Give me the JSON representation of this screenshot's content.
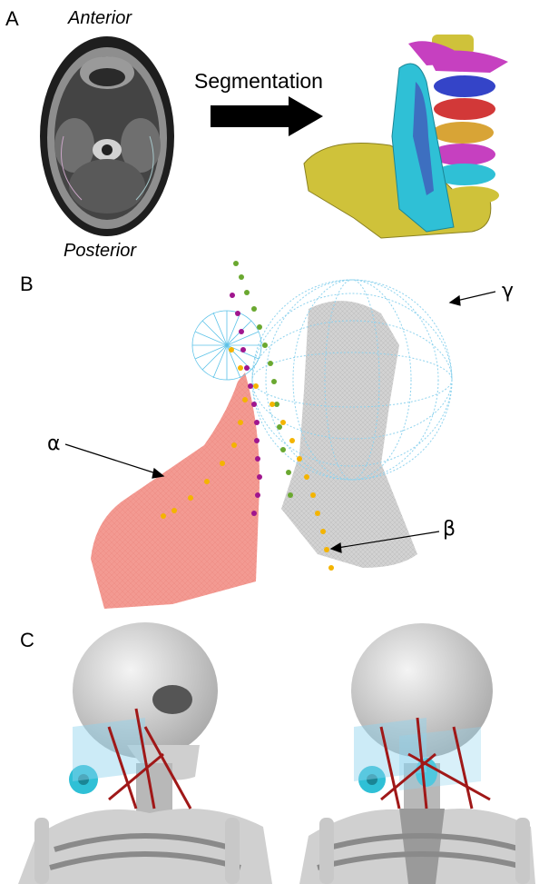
{
  "figure": {
    "panels": {
      "a": "A",
      "b": "B",
      "c": "C"
    },
    "panel_a": {
      "anterior": "Anterior",
      "posterior": "Posterior",
      "arrow_label": "Segmentation"
    },
    "panel_b": {
      "alpha": "α",
      "beta": "β",
      "gamma": "γ"
    }
  },
  "colors": {
    "mesh_red": "#f39a92",
    "mesh_gray": "#b7b7b7",
    "sphere_blue": "#8fd3ee",
    "magenta": "#a0168e",
    "green": "#6aa830",
    "orange": "#f4b400",
    "cyan": "#2fc0d6",
    "yellow": "#cfc23a",
    "muscle_red": "#a01818",
    "bone": "#d8d8d8"
  }
}
